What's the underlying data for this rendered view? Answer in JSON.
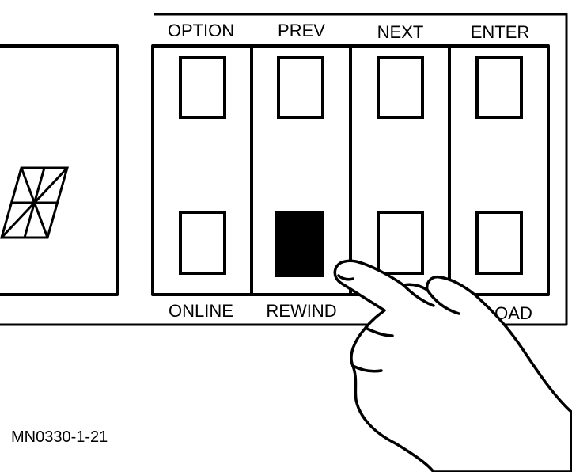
{
  "panel": {
    "top_labels": [
      "OPTION",
      "PREV",
      "NEXT",
      "ENTER"
    ],
    "bottom_labels": [
      "ONLINE",
      "REWIND",
      "",
      "UNLOAD"
    ],
    "pressed_button": "rewind"
  },
  "figure_id": "MN0330-1-21",
  "colors": {
    "ink": "#000000",
    "paper": "#ffffff"
  },
  "icons": {
    "display": "segment-display-icon",
    "hand": "pointing-hand-icon"
  }
}
